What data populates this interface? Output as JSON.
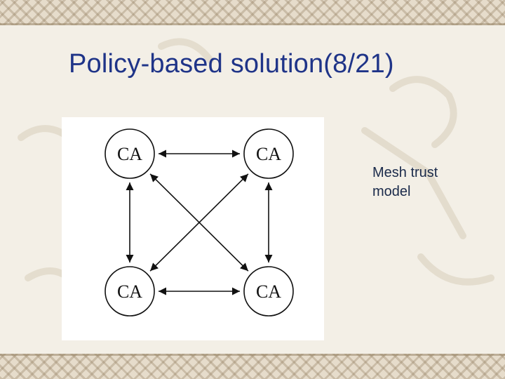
{
  "slide": {
    "title": "Policy-based solution(8/21)",
    "caption": "Mesh trust\nmodel"
  },
  "diagram": {
    "nodes": [
      {
        "id": "top-left",
        "label": "CA"
      },
      {
        "id": "top-right",
        "label": "CA"
      },
      {
        "id": "bottom-left",
        "label": "CA"
      },
      {
        "id": "bottom-right",
        "label": "CA"
      }
    ],
    "edges": [
      {
        "from": "top-left",
        "to": "top-right",
        "arrows": "both"
      },
      {
        "from": "bottom-left",
        "to": "bottom-right",
        "arrows": "both"
      },
      {
        "from": "top-left",
        "to": "bottom-left",
        "arrows": "both"
      },
      {
        "from": "top-right",
        "to": "bottom-right",
        "arrows": "both"
      },
      {
        "from": "top-left",
        "to": "bottom-right",
        "arrows": "both"
      },
      {
        "from": "top-right",
        "to": "bottom-left",
        "arrows": "both"
      }
    ]
  },
  "colors": {
    "title": "#1f3488",
    "caption": "#1a2a4a",
    "background": "#f3efe6",
    "diagram_stroke": "#111111"
  }
}
